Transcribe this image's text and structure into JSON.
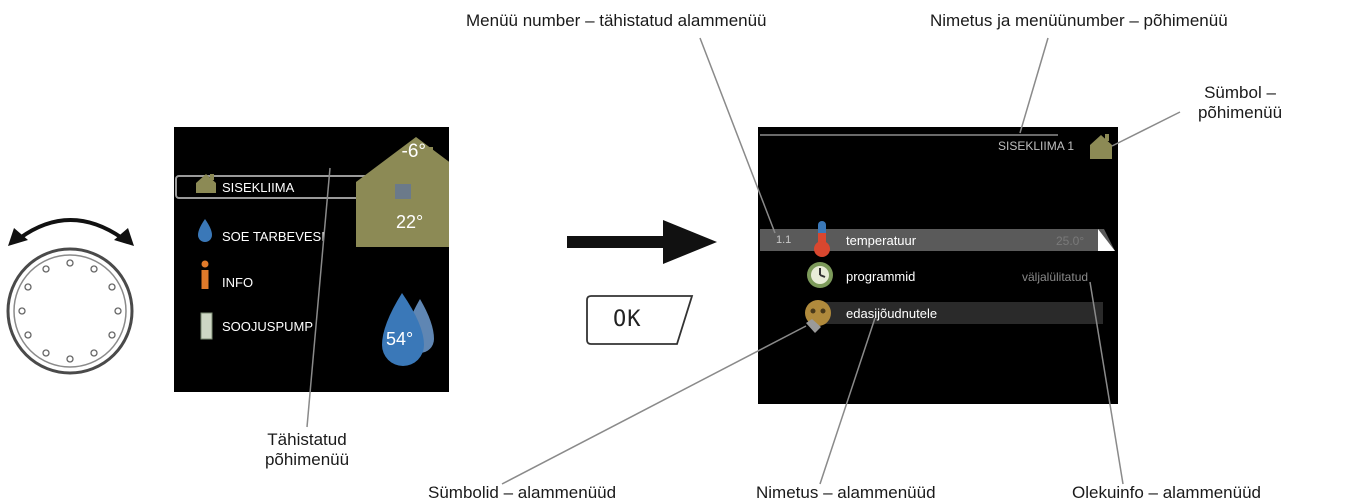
{
  "callouts": {
    "menu_number": "Menüü number – tähistatud alammenüü",
    "title_number": "Nimetus ja menüünumber – põhimenüü",
    "symbol_main_line1": "Sümbol –",
    "symbol_main_line2": "põhimenüü",
    "marked_main_line1": "Tähistatud",
    "marked_main_line2": "põhimenüü",
    "symbols_sub": "Sümbolid – alammenüüd",
    "name_sub": "Nimetus – alammenüüd",
    "status_sub": "Olekuinfo – alammenüüd"
  },
  "main_screen": {
    "items": [
      {
        "label": "SISEKLIIMA",
        "icon": "house-icon"
      },
      {
        "label": "SOE TARBEVESI",
        "icon": "water-drop-icon"
      },
      {
        "label": "INFO",
        "icon": "info-icon"
      },
      {
        "label": "SOOJUSPUMP",
        "icon": "heat-pump-icon"
      }
    ],
    "outdoor_temp": "-6°",
    "indoor_temp": "22°",
    "water_temp": "54°"
  },
  "ok_button": {
    "label": "OK"
  },
  "sub_screen": {
    "title": "SISEKLIIMA 1",
    "items": [
      {
        "number": "1.1",
        "label": "temperatuur",
        "status": "25.0°",
        "icon": "thermometer-icon"
      },
      {
        "number": "",
        "label": "programmid",
        "status": "väljalülitatud",
        "icon": "clock-icon"
      },
      {
        "number": "",
        "label": "edasijõudnutele",
        "status": "",
        "icon": "advanced-icon"
      }
    ]
  },
  "colors": {
    "house": "#8c8a55",
    "drop": "#3a78b8",
    "highlight_bar": "#5a5a5a",
    "pointer_lines": "#8a8a8a"
  }
}
